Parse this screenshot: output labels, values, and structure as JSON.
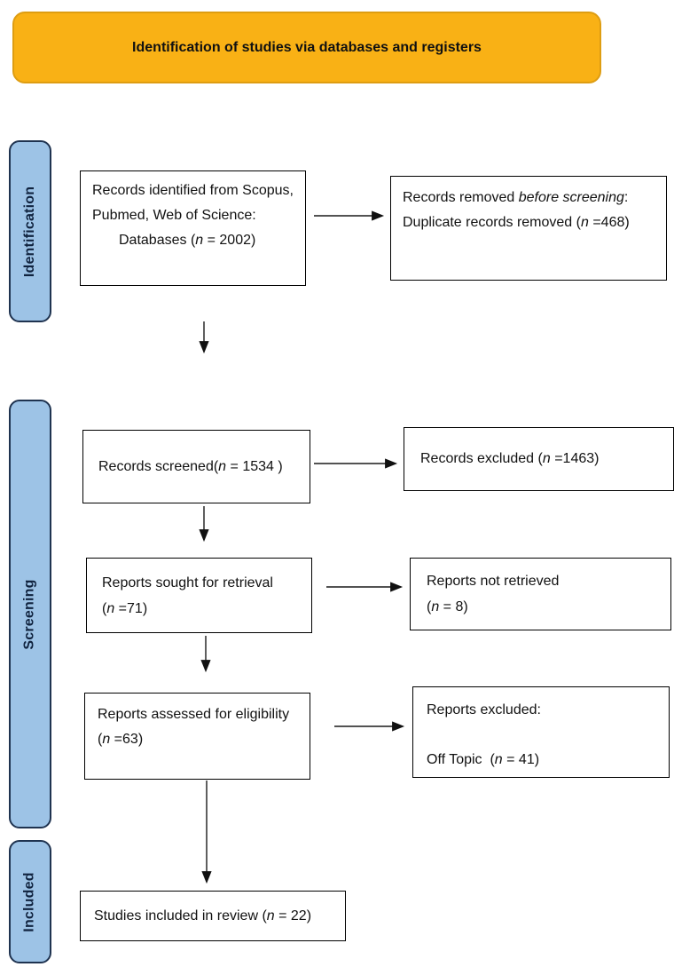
{
  "banner": {
    "title": "Identification of studies via databases and registers"
  },
  "sidebars": {
    "identification": "Identification",
    "screening": "Screening",
    "included": "Included"
  },
  "boxes": {
    "records_identified": {
      "line1": "Records identified from Scopus, Pubmed, Web of Science:",
      "line2_pre": "Databases (",
      "line2_n": "n",
      "line2_post": " = 2002)"
    },
    "records_removed": {
      "line1_pre": "Records removed ",
      "line1_italic": "before screening",
      "line1_post": ":",
      "line2_pre": "Duplicate records removed (",
      "line2_n": "n",
      "line2_post": " =468)"
    },
    "records_screened": {
      "line1_pre": "Records screened(",
      "line1_n": "n",
      "line1_post": " = 1534 )"
    },
    "records_excluded": {
      "line1_pre": "Records excluded (",
      "line1_n": "n",
      "line1_post": " =1463)"
    },
    "reports_sought": {
      "line1": "Reports sought for retrieval",
      "line2_pre": "(",
      "line2_n": "n",
      "line2_post": " =71)"
    },
    "reports_not_retrieved": {
      "line1": "Reports not retrieved",
      "line2_pre": "(",
      "line2_n": "n",
      "line2_post": " = 8)"
    },
    "reports_assessed": {
      "line1": "Reports assessed for eligibility",
      "line2_pre": "(",
      "line2_n": "n",
      "line2_post": " =63)"
    },
    "reports_excluded": {
      "line1": "Reports excluded:",
      "line2_pre": "Off Topic  (",
      "line2_n": "n",
      "line2_post": " = 41)"
    },
    "studies_included": {
      "line1_pre": "Studies included in review (",
      "line1_n": "n",
      "line1_post": " = 22)"
    }
  },
  "colors": {
    "banner_fill": "#F9B115",
    "banner_border": "#DE9D12",
    "sidebar_fill": "#9DC3E6",
    "sidebar_border": "#1F3350"
  }
}
